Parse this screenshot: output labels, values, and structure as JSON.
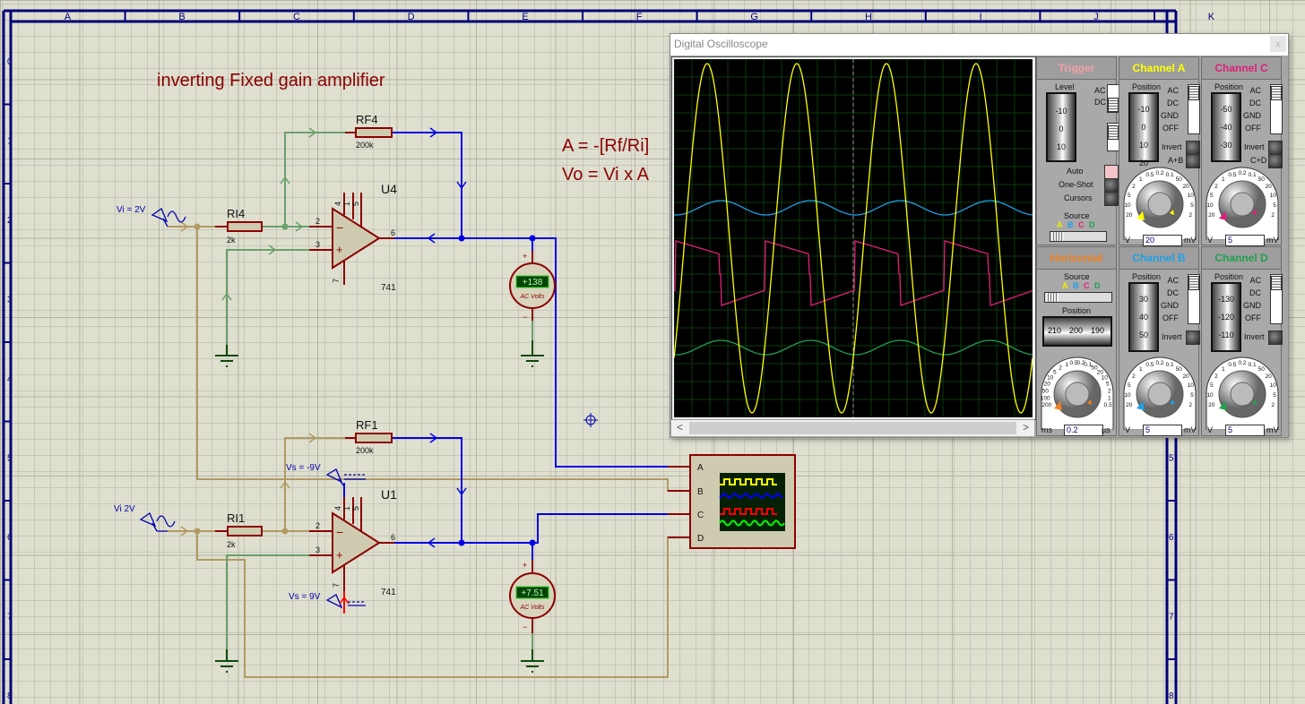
{
  "title_note": "inverting Fixed gain amplifier",
  "formulas": [
    "A = -[Rf/Ri]",
    "Vo = Vi x A"
  ],
  "border": {
    "columns": [
      "A",
      "B",
      "C",
      "D",
      "E",
      "F",
      "G",
      "H",
      "I",
      "J",
      "K"
    ],
    "rows": [
      "0",
      "1",
      "2",
      "3",
      "4",
      "5",
      "6",
      "7",
      "8"
    ]
  },
  "circuit_top": {
    "source_label": "Vi = 2V",
    "ri": {
      "ref": "RI4",
      "value": "2k"
    },
    "rf": {
      "ref": "RF4",
      "value": "200k"
    },
    "opamp": {
      "ref": "U4",
      "part": "741",
      "pins": [
        "2",
        "3",
        "6",
        "4",
        "1",
        "5",
        "7"
      ]
    },
    "voltmeter": {
      "reading": "+138",
      "unit": "AC Volts"
    }
  },
  "circuit_bottom": {
    "source_label": "Vi 2V",
    "ri": {
      "ref": "RI1",
      "value": "2k"
    },
    "rf": {
      "ref": "RF1",
      "value": "200k"
    },
    "opamp": {
      "ref": "U1",
      "part": "741",
      "pins": [
        "2",
        "3",
        "6",
        "4",
        "1",
        "5",
        "7"
      ]
    },
    "supply_neg": "Vs = -9V",
    "supply_pos": "Vs = 9V",
    "voltmeter": {
      "reading": "+7.51",
      "unit": "AC Volts"
    }
  },
  "scope_component": {
    "inputs": [
      "A",
      "B",
      "C",
      "D"
    ]
  },
  "oscilloscope": {
    "title": "Digital Oscilloscope",
    "close": "x",
    "colors": {
      "A": "#ffff00",
      "B": "#1ea0e6",
      "C": "#e0207a",
      "D": "#20a050",
      "horizontal": "#f08020"
    },
    "trigger": {
      "header": "Trigger",
      "level_label": "Level",
      "level_ticks": [
        "-10",
        "0",
        "10"
      ],
      "coupling": [
        "AC",
        "DC"
      ],
      "auto": "Auto",
      "one_shot": "One-Shot",
      "cursors": "Cursors",
      "source_label": "Source",
      "sources": [
        "A",
        "B",
        "C",
        "D"
      ]
    },
    "channels": [
      {
        "id": "A",
        "header": "Channel A",
        "position_label": "Position",
        "ticks": [
          "-10",
          "0",
          "10",
          "20"
        ],
        "coupling": [
          "AC",
          "DC",
          "GND",
          "OFF"
        ],
        "invert": "Invert",
        "combine": "A+B",
        "scale_value": "20",
        "unit_left": "V",
        "unit_right": "mV"
      },
      {
        "id": "C",
        "header": "Channel C",
        "position_label": "Position",
        "ticks": [
          "-50",
          "-40",
          "-30"
        ],
        "coupling": [
          "AC",
          "DC",
          "GND",
          "OFF"
        ],
        "invert": "Invert",
        "combine": "C+D",
        "scale_value": "5",
        "unit_left": "V",
        "unit_right": "mV"
      },
      {
        "id": "B",
        "header": "Channel B",
        "position_label": "Position",
        "ticks": [
          "30",
          "40",
          "50"
        ],
        "coupling": [
          "AC",
          "DC",
          "GND",
          "OFF"
        ],
        "invert": "Invert",
        "scale_value": "5",
        "unit_left": "V",
        "unit_right": "mV"
      },
      {
        "id": "D",
        "header": "Channel D",
        "position_label": "Position",
        "ticks": [
          "-130",
          "-120",
          "-110"
        ],
        "coupling": [
          "AC",
          "DC",
          "GND",
          "OFF"
        ],
        "invert": "Invert",
        "scale_value": "5",
        "unit_left": "V",
        "unit_right": "mV"
      }
    ],
    "horizontal": {
      "header": "Horizontal",
      "source_label": "Source",
      "sources": [
        "A",
        "B",
        "C",
        "D"
      ],
      "position_label": "Position",
      "position_ticks": [
        "210",
        "200",
        "190"
      ],
      "timebase_value": "0.2",
      "unit_left": "ms",
      "unit_right": "µs"
    },
    "dial_labels_volts": [
      "20",
      "10",
      "5",
      "2",
      "1",
      "0.5",
      "0.2",
      "0.1",
      "50",
      "20",
      "10",
      "5",
      "2"
    ],
    "dial_labels_time": [
      "200",
      "100",
      "50",
      "20",
      "10",
      "5",
      "2",
      "1",
      "0.5",
      "0.2",
      "0.1",
      "50",
      "20",
      "10",
      "5",
      "2",
      "1",
      "0.5"
    ]
  }
}
